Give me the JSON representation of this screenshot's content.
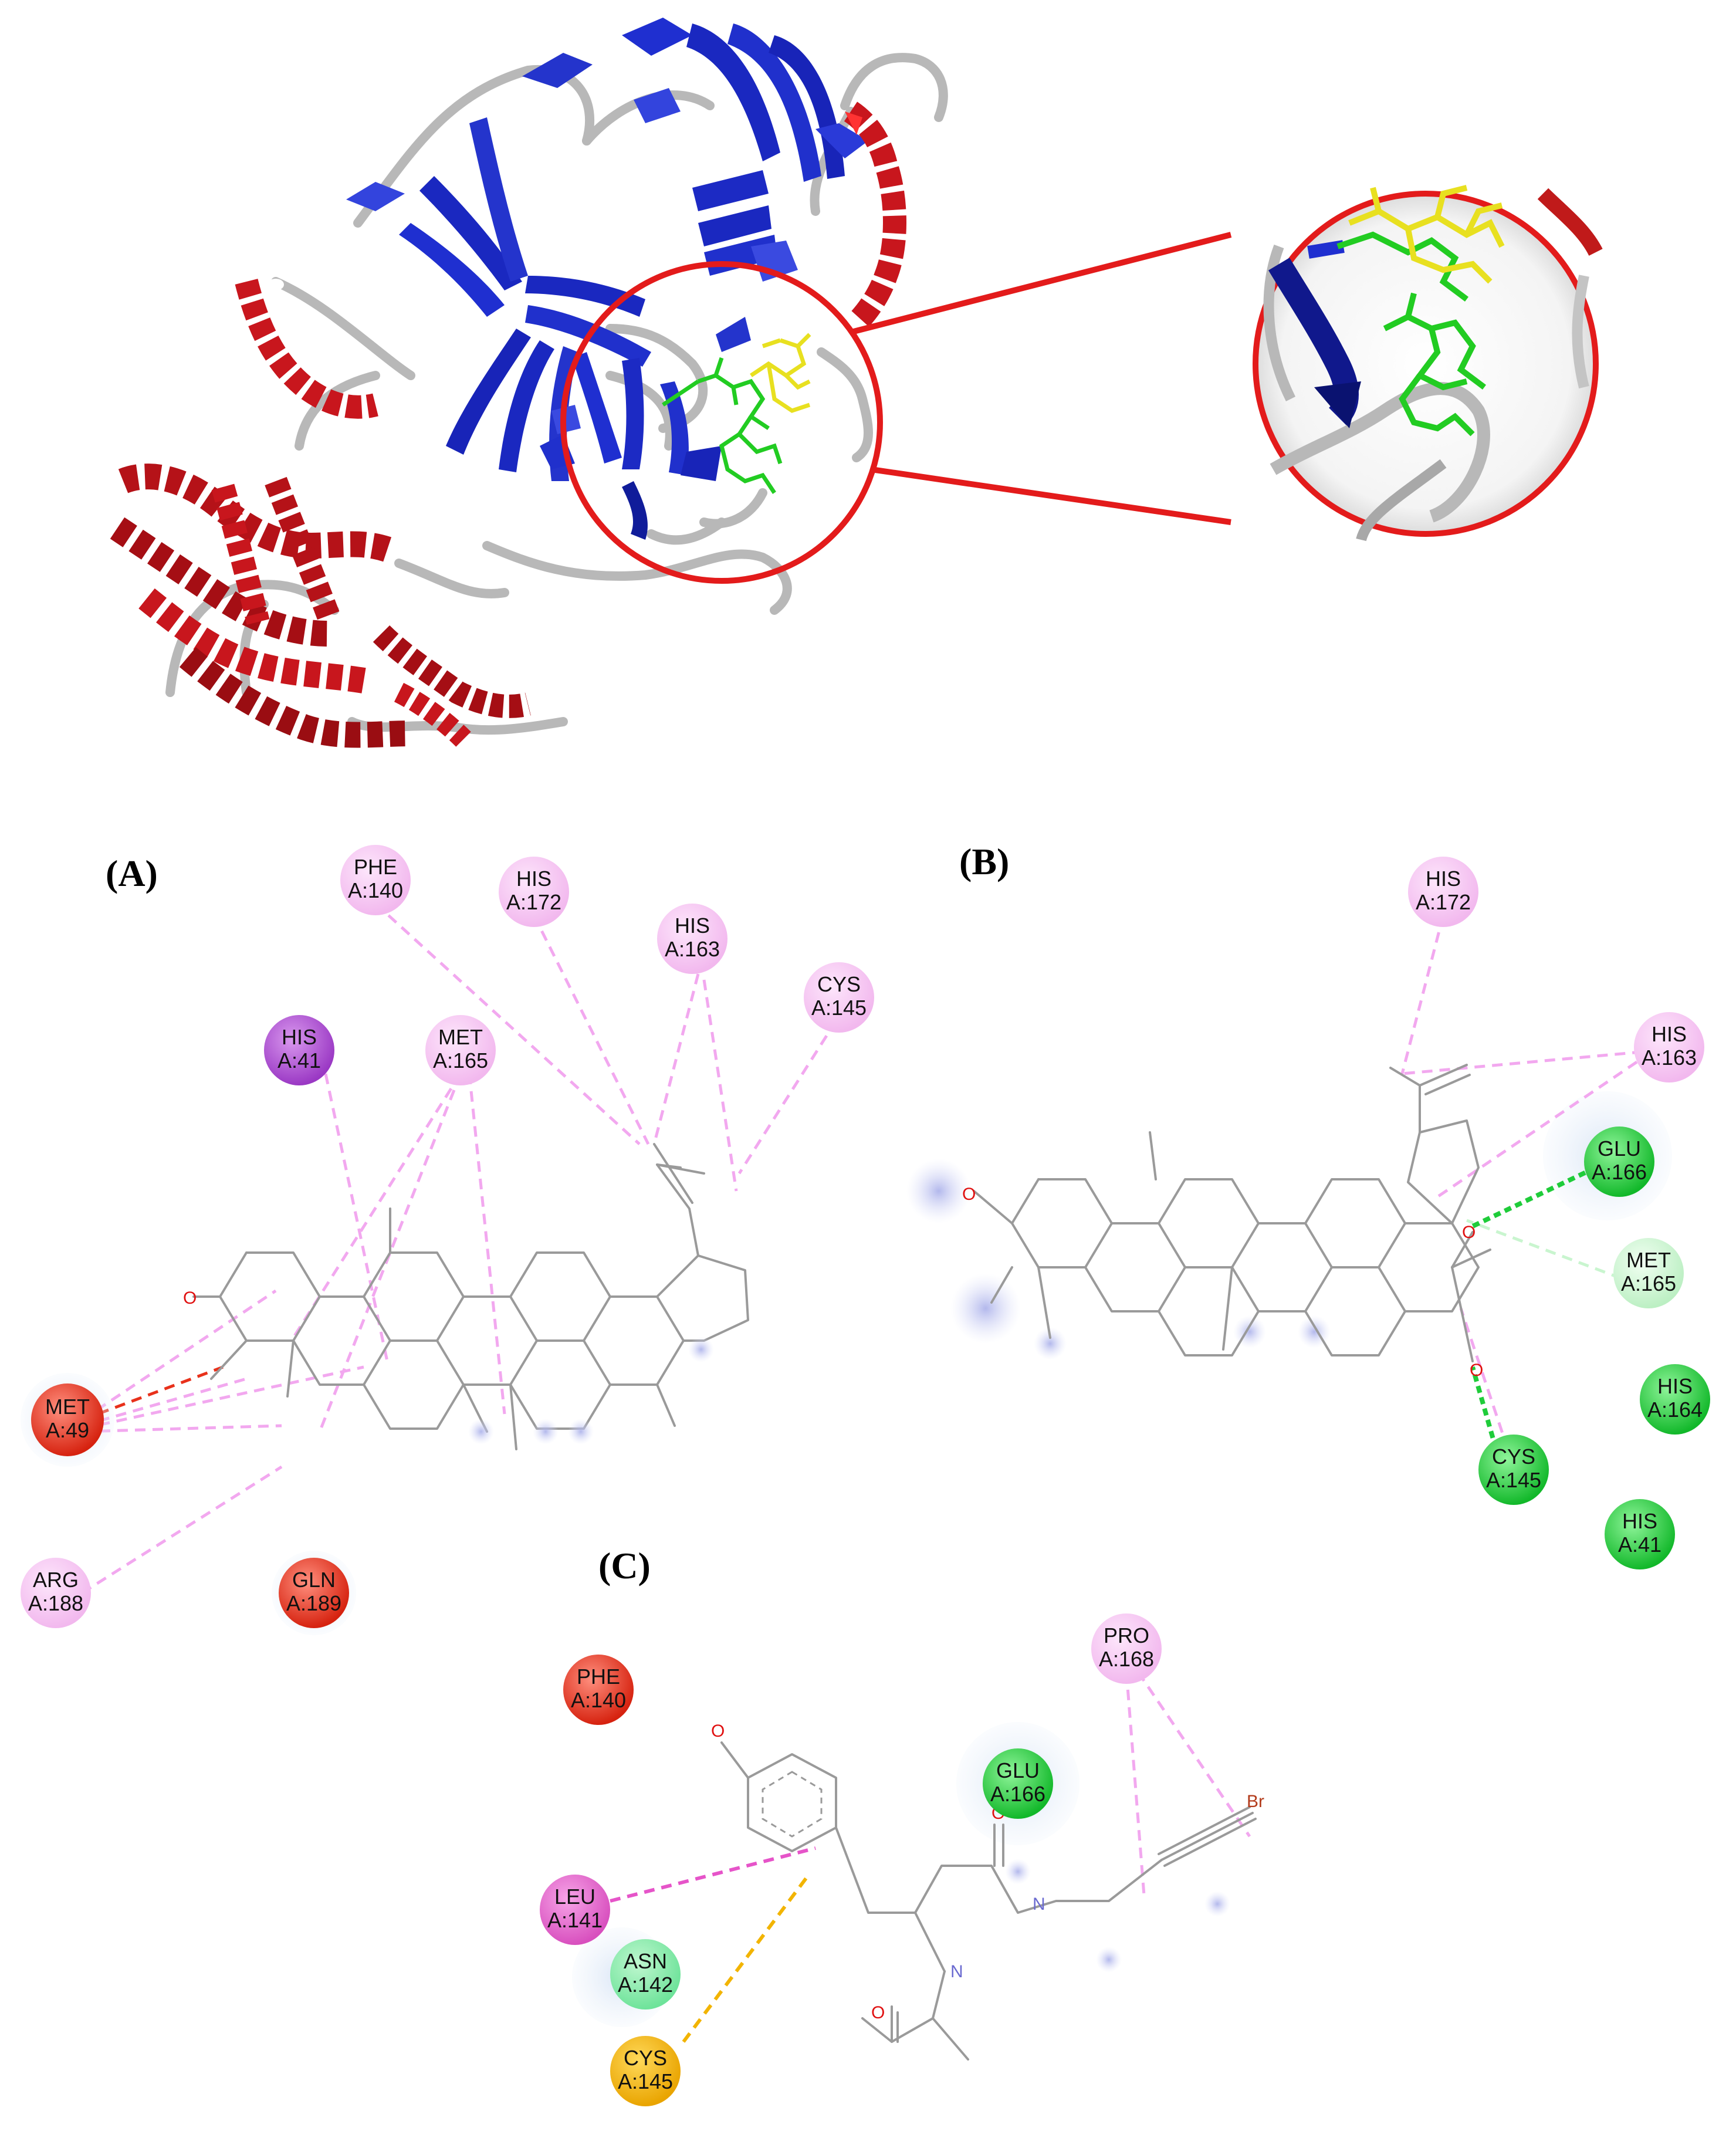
{
  "colors": {
    "helix": "#c8161d",
    "helix_dark": "#8e0d12",
    "sheet": "#1f2fd0",
    "sheet_dark": "#10188c",
    "coil": "#b8b8b8",
    "ligand_green": "#22cc22",
    "ligand_yellow": "#e8e020",
    "zoom_ring": "#e31b1b",
    "pi_alkyl": "#f2a8ef",
    "pi_sigma": "#b04bd6",
    "unfavorable": "#e8311b",
    "hbond": "#1fcc3a",
    "vdw": "#c9f5cf",
    "pi_sulfur": "#f2b400",
    "pi_pi": "#e654c9",
    "atom_oxygen": "#e01010",
    "atom_nitrogen": "#6a6ad0",
    "atom_bromine": "#b23a1a"
  },
  "panels": {
    "A": {
      "label": "(A)",
      "residues": [
        {
          "name": "PHE",
          "pos": "A:140",
          "kind": "pi_alkyl"
        },
        {
          "name": "HIS",
          "pos": "A:172",
          "kind": "pi_alkyl"
        },
        {
          "name": "HIS",
          "pos": "A:163",
          "kind": "pi_alkyl"
        },
        {
          "name": "CYS",
          "pos": "A:145",
          "kind": "pi_alkyl"
        },
        {
          "name": "HIS",
          "pos": "A:41",
          "kind": "pi_sigma"
        },
        {
          "name": "MET",
          "pos": "A:165",
          "kind": "pi_alkyl"
        },
        {
          "name": "MET",
          "pos": "A:49",
          "kind": "unfavorable"
        },
        {
          "name": "ARG",
          "pos": "A:188",
          "kind": "pi_alkyl"
        },
        {
          "name": "GLN",
          "pos": "A:189",
          "kind": "unfavorable"
        }
      ],
      "atoms": [
        "O"
      ]
    },
    "B": {
      "label": "(B)",
      "residues": [
        {
          "name": "HIS",
          "pos": "A:172",
          "kind": "pi_alkyl"
        },
        {
          "name": "HIS",
          "pos": "A:163",
          "kind": "pi_alkyl"
        },
        {
          "name": "GLU",
          "pos": "A:166",
          "kind": "hbond"
        },
        {
          "name": "MET",
          "pos": "A:165",
          "kind": "vdw"
        },
        {
          "name": "HIS",
          "pos": "A:164",
          "kind": "hbond"
        },
        {
          "name": "CYS",
          "pos": "A:145",
          "kind": "hbond"
        },
        {
          "name": "HIS",
          "pos": "A:41",
          "kind": "hbond"
        }
      ],
      "atoms": [
        "O",
        "O",
        "O"
      ]
    },
    "C": {
      "label": "(C)",
      "residues": [
        {
          "name": "PRO",
          "pos": "A:168",
          "kind": "pi_alkyl"
        },
        {
          "name": "PHE",
          "pos": "A:140",
          "kind": "unfavorable"
        },
        {
          "name": "GLU",
          "pos": "A:166",
          "kind": "hbond"
        },
        {
          "name": "LEU",
          "pos": "A:141",
          "kind": "pi_pi"
        },
        {
          "name": "ASN",
          "pos": "A:142",
          "kind": "vdw"
        },
        {
          "name": "CYS",
          "pos": "A:145",
          "kind": "pi_sulfur"
        }
      ],
      "atoms": [
        "O",
        "O",
        "O",
        "N",
        "N",
        "Br"
      ]
    }
  }
}
